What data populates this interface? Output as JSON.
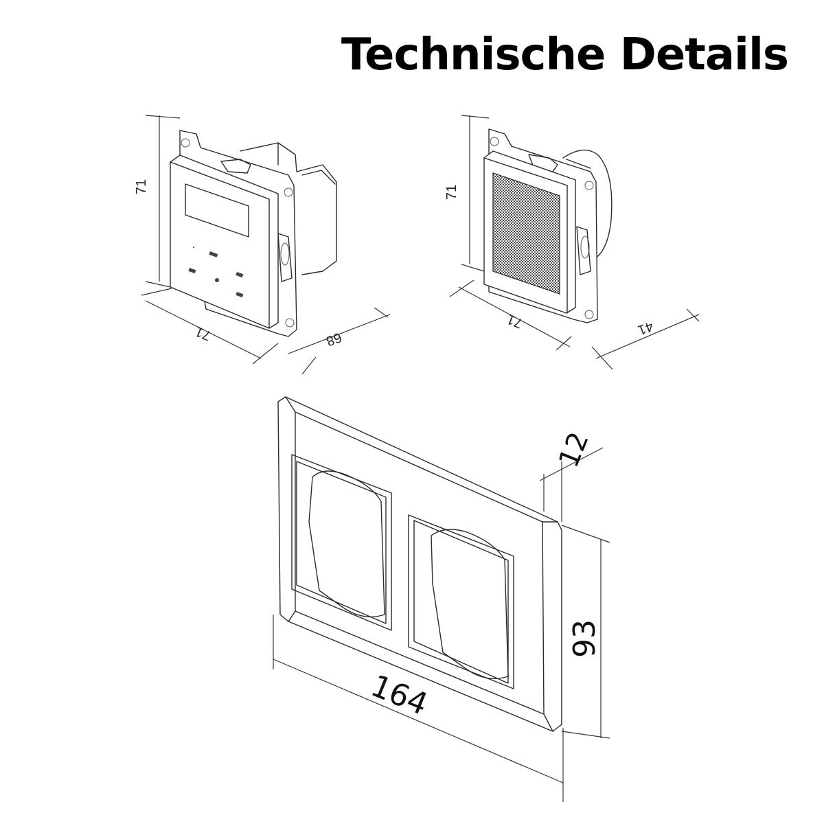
{
  "title": "Technische Details",
  "radio_module": {
    "height": "71",
    "width": "71",
    "depth": "68"
  },
  "speaker_module": {
    "height": "71",
    "width": "71",
    "depth": "41"
  },
  "frame": {
    "width": "164",
    "height": "93",
    "depth": "12"
  }
}
